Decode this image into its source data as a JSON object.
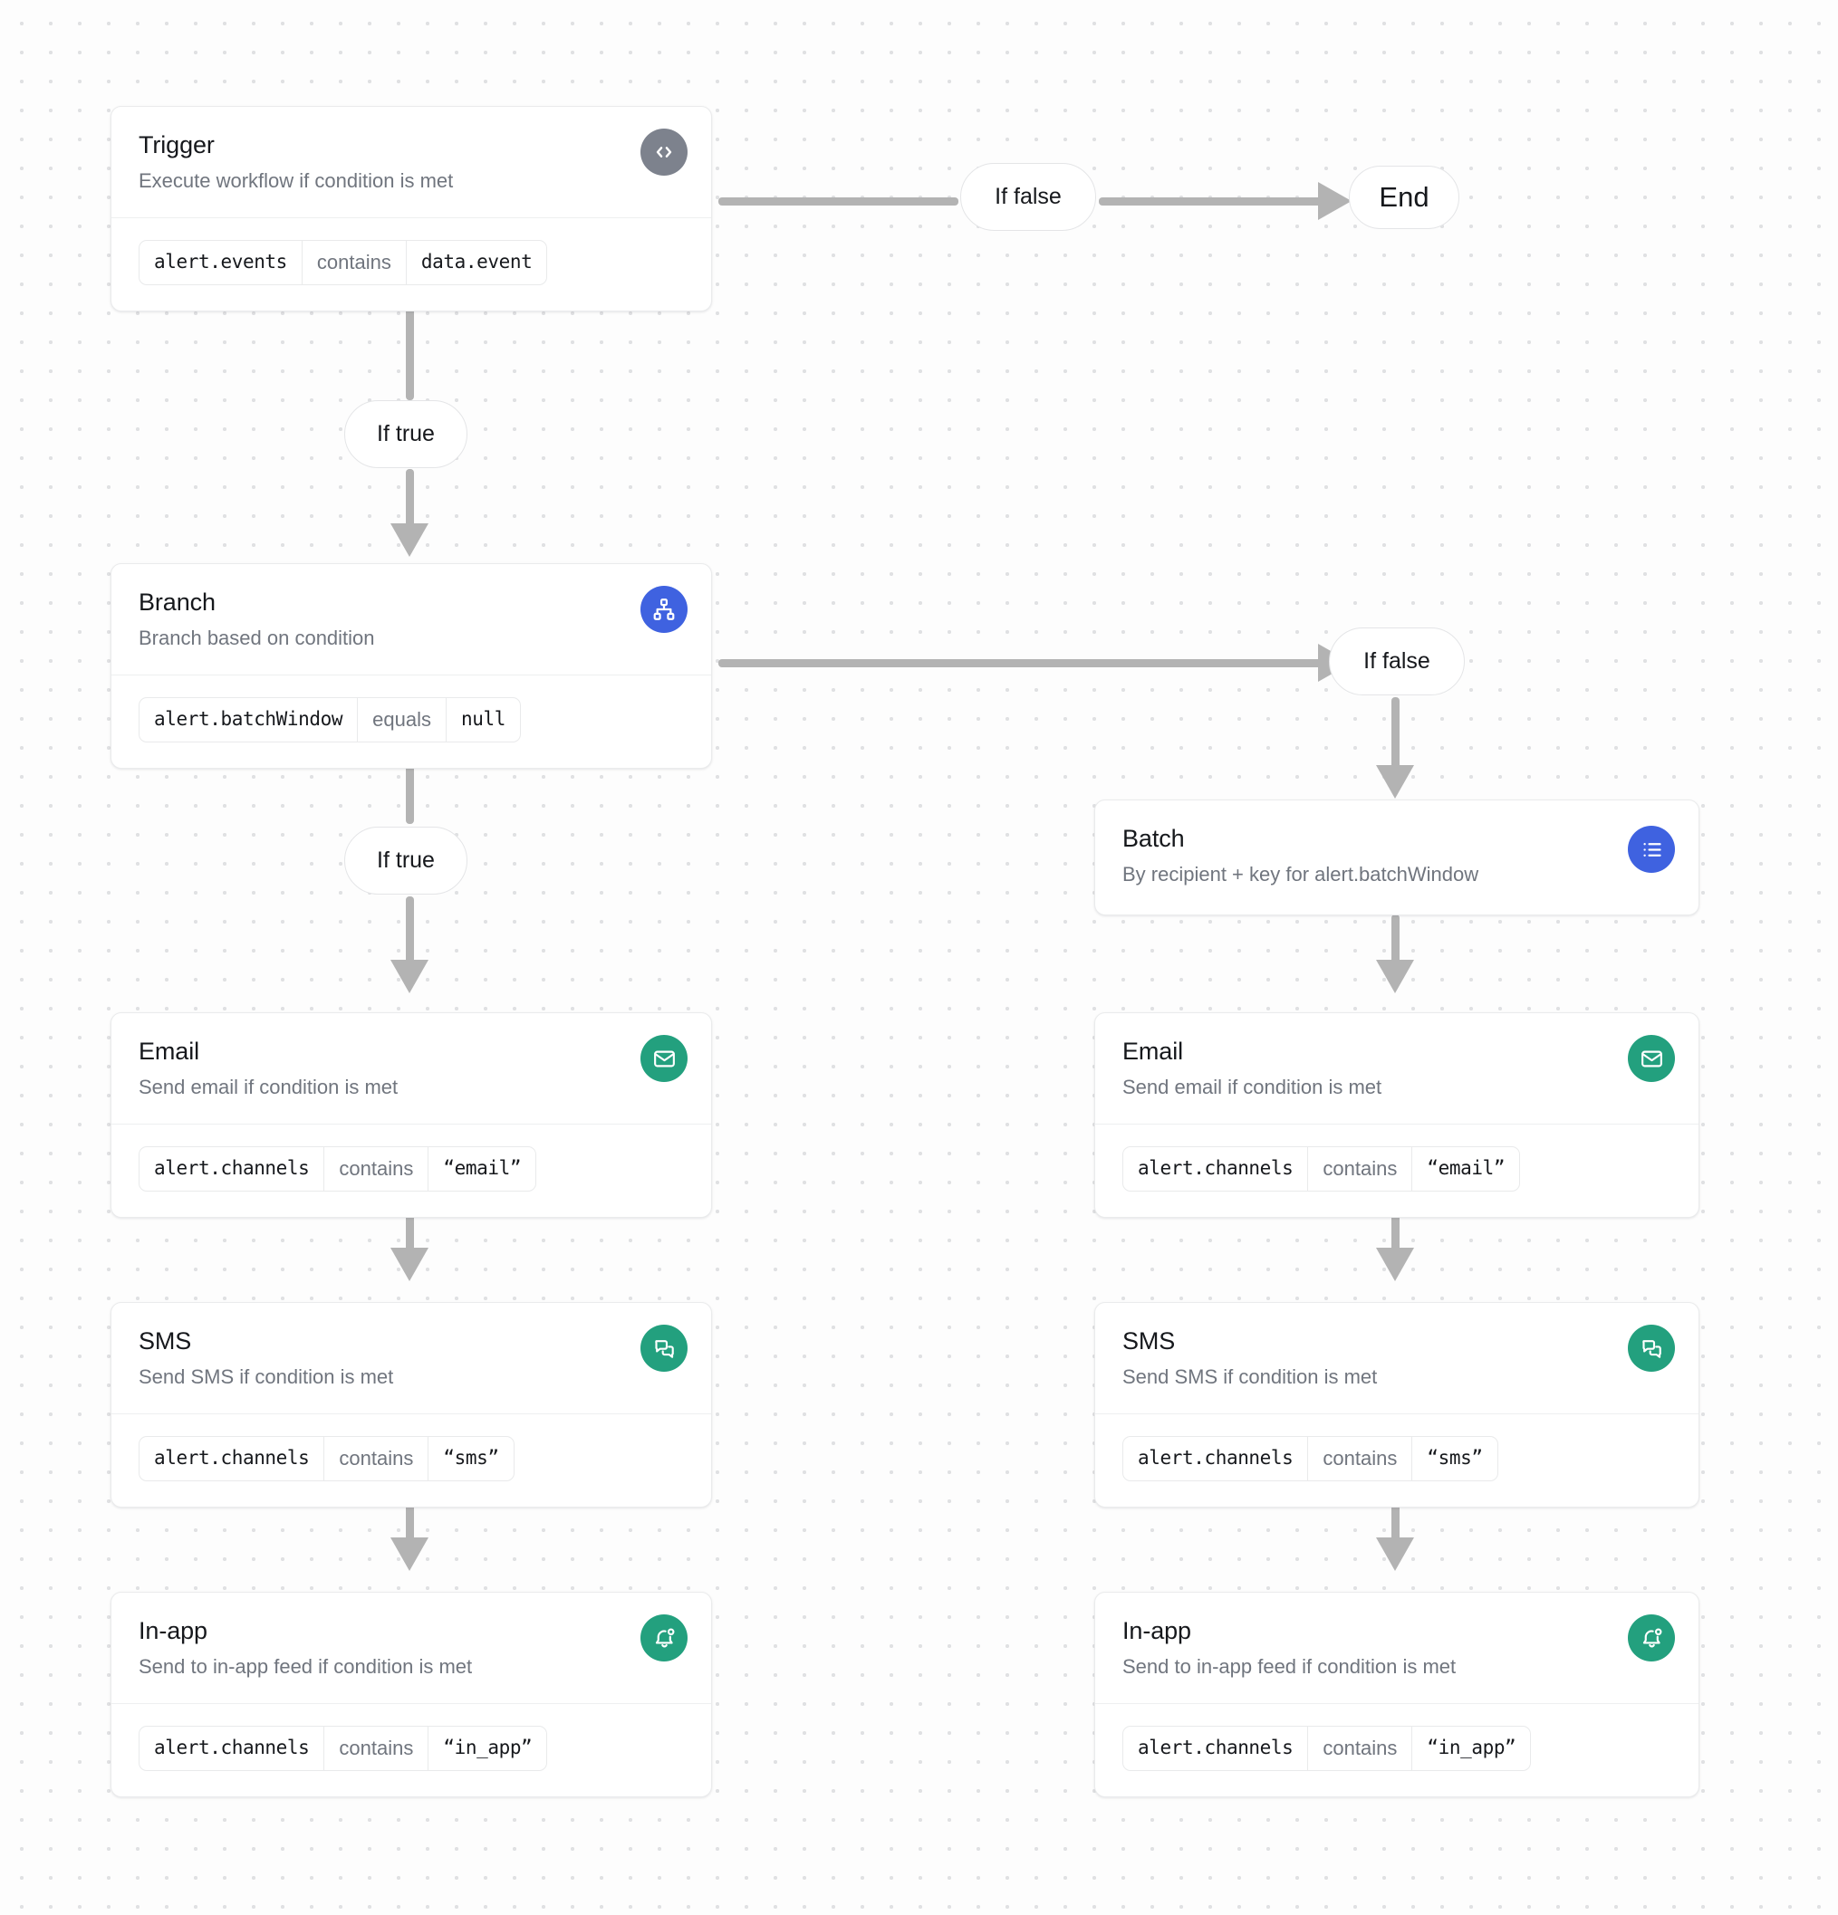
{
  "canvas": {
    "background": "#fdfdfd",
    "dot_color": "#e0e1e3"
  },
  "colors": {
    "trigger_badge": "#7d828d",
    "branch_badge": "#3f62e0",
    "batch_badge": "#3f62e0",
    "channel_badge": "#23a07e",
    "connector": "#b3b3b3",
    "title_text": "#16181c",
    "sub_text": "#70757e"
  },
  "nodes": {
    "trigger": {
      "title": "Trigger",
      "subtitle": "Execute workflow if condition is met",
      "icon": "code-icon",
      "condition": {
        "field": "alert.events",
        "operator": "contains",
        "value": "data.event"
      }
    },
    "branch": {
      "title": "Branch",
      "subtitle": "Branch based on condition",
      "icon": "hierarchy-icon",
      "condition": {
        "field": "alert.batchWindow",
        "operator": "equals",
        "value": "null"
      }
    },
    "batch": {
      "title": "Batch",
      "subtitle": "By recipient + key for alert.batchWindow",
      "icon": "list-icon"
    },
    "email_left": {
      "title": "Email",
      "subtitle": "Send email if condition is met",
      "icon": "envelope-icon",
      "condition": {
        "field": "alert.channels",
        "operator": "contains",
        "value": "“email”"
      }
    },
    "sms_left": {
      "title": "SMS",
      "subtitle": "Send SMS if condition is met",
      "icon": "chat-bubbles-icon",
      "condition": {
        "field": "alert.channels",
        "operator": "contains",
        "value": "“sms”"
      }
    },
    "inapp_left": {
      "title": "In-app",
      "subtitle": "Send to in-app feed if condition is met",
      "icon": "bell-icon",
      "condition": {
        "field": "alert.channels",
        "operator": "contains",
        "value": "“in_app”"
      }
    },
    "email_right": {
      "title": "Email",
      "subtitle": "Send email if condition is met",
      "icon": "envelope-icon",
      "condition": {
        "field": "alert.channels",
        "operator": "contains",
        "value": "“email”"
      }
    },
    "sms_right": {
      "title": "SMS",
      "subtitle": "Send SMS if condition is met",
      "icon": "chat-bubbles-icon",
      "condition": {
        "field": "alert.channels",
        "operator": "contains",
        "value": "“sms”"
      }
    },
    "inapp_right": {
      "title": "In-app",
      "subtitle": "Send to in-app feed if condition is met",
      "icon": "bell-icon",
      "condition": {
        "field": "alert.channels",
        "operator": "contains",
        "value": "“in_app”"
      }
    },
    "end": {
      "label": "End"
    }
  },
  "edge_labels": {
    "trigger_false": "If false",
    "trigger_true": "If true",
    "branch_false": "If false",
    "branch_true": "If true"
  }
}
